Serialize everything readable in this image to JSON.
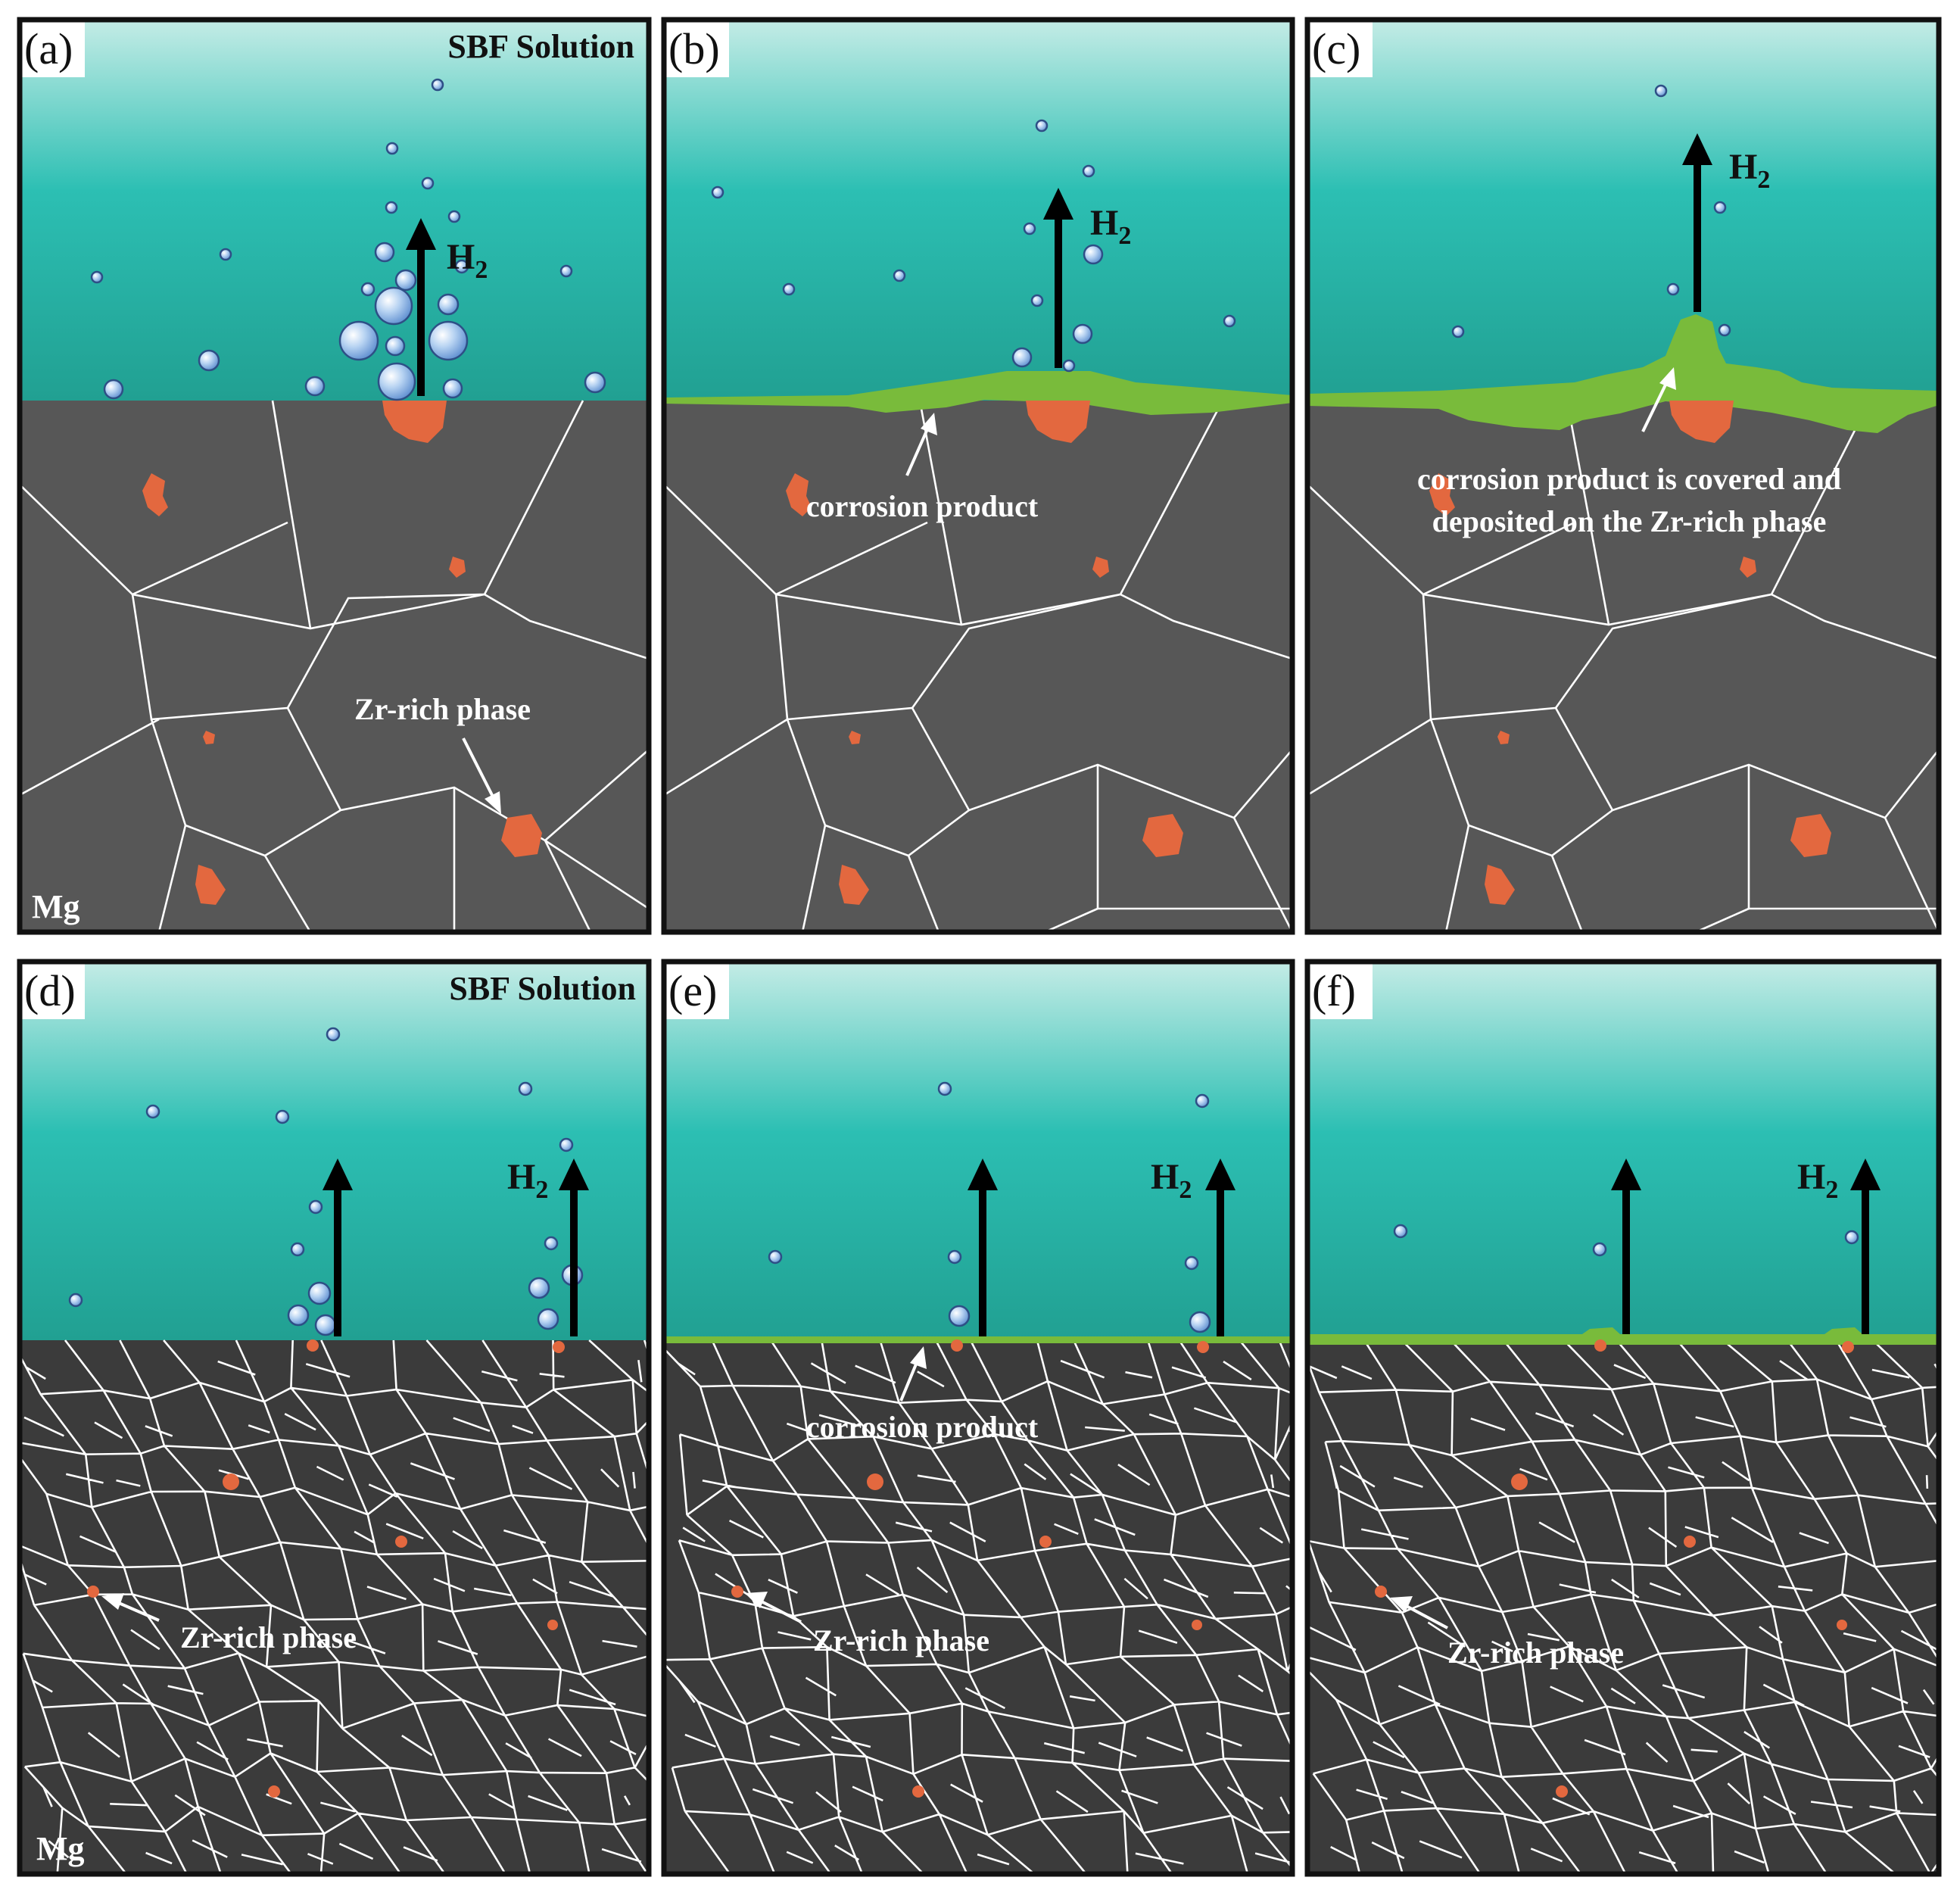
{
  "figure": {
    "panels": [
      {
        "id": "a",
        "label": "(a)",
        "solution_label": "SBF Solution",
        "substrate_label": "Mg",
        "gas_label": "H",
        "gas_subscript": "2",
        "annotations": [
          "Zr-rich phase"
        ]
      },
      {
        "id": "b",
        "label": "(b)",
        "gas_label": "H",
        "gas_subscript": "2",
        "annotations": [
          "corrosion product"
        ]
      },
      {
        "id": "c",
        "label": "(c)",
        "gas_label": "H",
        "gas_subscript": "2",
        "annotations": [
          "corrosion product is covered and",
          "deposited on the Zr-rich phase"
        ]
      },
      {
        "id": "d",
        "label": "(d)",
        "solution_label": "SBF Solution",
        "substrate_label": "Mg",
        "gas_label": "H",
        "gas_subscript": "2",
        "annotations": [
          "Zr-rich phase"
        ]
      },
      {
        "id": "e",
        "label": "(e)",
        "gas_label": "H",
        "gas_subscript": "2",
        "annotations": [
          "corrosion product",
          "Zr-rich phase"
        ]
      },
      {
        "id": "f",
        "label": "(f)",
        "gas_label": "H",
        "gas_subscript": "2",
        "annotations": [
          "Zr-rich phase"
        ]
      }
    ],
    "colors": {
      "solution_top": "#c4ece6",
      "solution_mid": "#2cbfb3",
      "solution_bottom": "#21a092",
      "substrate_coarse": "#575757",
      "substrate_fine": "#3b3b3b",
      "grain_boundary": "#ffffff",
      "zr_phase": "#e3683f",
      "corrosion_film": "#79bb3b",
      "bubble": "#9fc4ee",
      "arrow_gas": "#000000"
    },
    "icons": [
      "hydrogen-bubble-icon",
      "gas-arrow-icon",
      "pointer-arrow-icon"
    ]
  }
}
